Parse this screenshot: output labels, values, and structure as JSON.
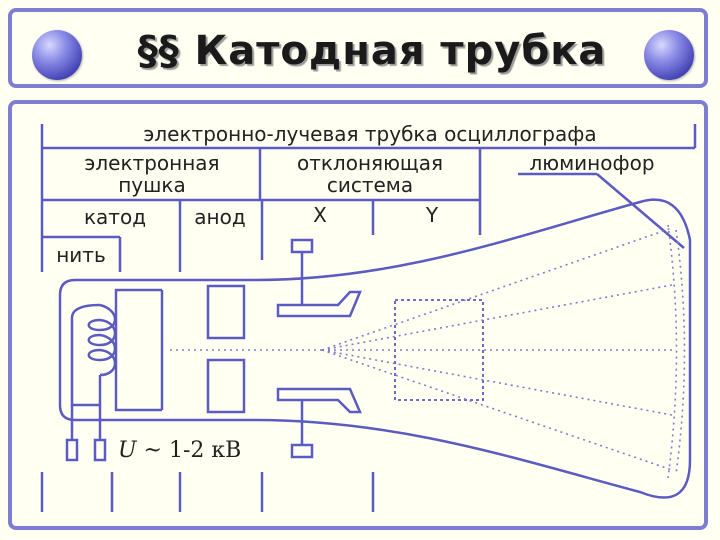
{
  "title": "§§ Катодная трубка",
  "labels": {
    "header": "электронно-лучевая трубка осциллографа",
    "gun_line1": "электронная",
    "gun_line2": "пушка",
    "deflect_line1": "отклоняющая",
    "deflect_line2": "система",
    "phosphor": "люминофор",
    "cathode": "катод",
    "anode": "анод",
    "x": "X",
    "y": "Y",
    "filament": "нить",
    "voltage_symbol": "U",
    "voltage_value": " ~ 1-2 кВ"
  },
  "colors": {
    "accent": "#7d7ed0",
    "line": "#5b5bc2",
    "background": "#fffff2",
    "text": "#222222"
  }
}
